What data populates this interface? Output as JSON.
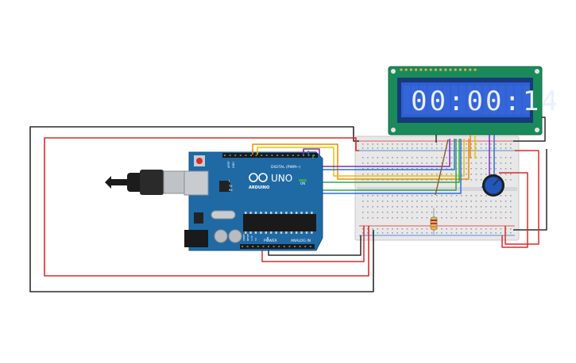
{
  "arduino": {
    "logo": "UNO",
    "brand": "ARDUINO",
    "digital_label": "DIGITAL (PWM~)",
    "power_label": "POWER",
    "analog_label": "ANALOG IN",
    "aref_label": "AREF",
    "gnd_label": "GND",
    "tx_label": "TX",
    "rx_label": "RX",
    "l_label": "L",
    "on_label": "ON",
    "ioref_label": "IOREF",
    "reset_label": "RESET",
    "v33_label": "3.3V",
    "v5_label": "5V",
    "vin_label": "VIN"
  },
  "lcd": {
    "display_text": "00:00:14"
  },
  "colors": {
    "board": "#1f6aa5",
    "lcd_pcb": "#1b8a5a",
    "lcd_screen": "#2f5fd0",
    "breadboard": "#e9e9e9",
    "wire_red": "#d92b2b",
    "wire_black": "#2b2b2b",
    "wire_orange": "#f08a00",
    "wire_yellow": "#e6c200",
    "wire_green": "#2fa84f",
    "wire_blue": "#2f6fd8",
    "wire_purple": "#7a2fb3",
    "wire_brown": "#8b5a2b"
  }
}
